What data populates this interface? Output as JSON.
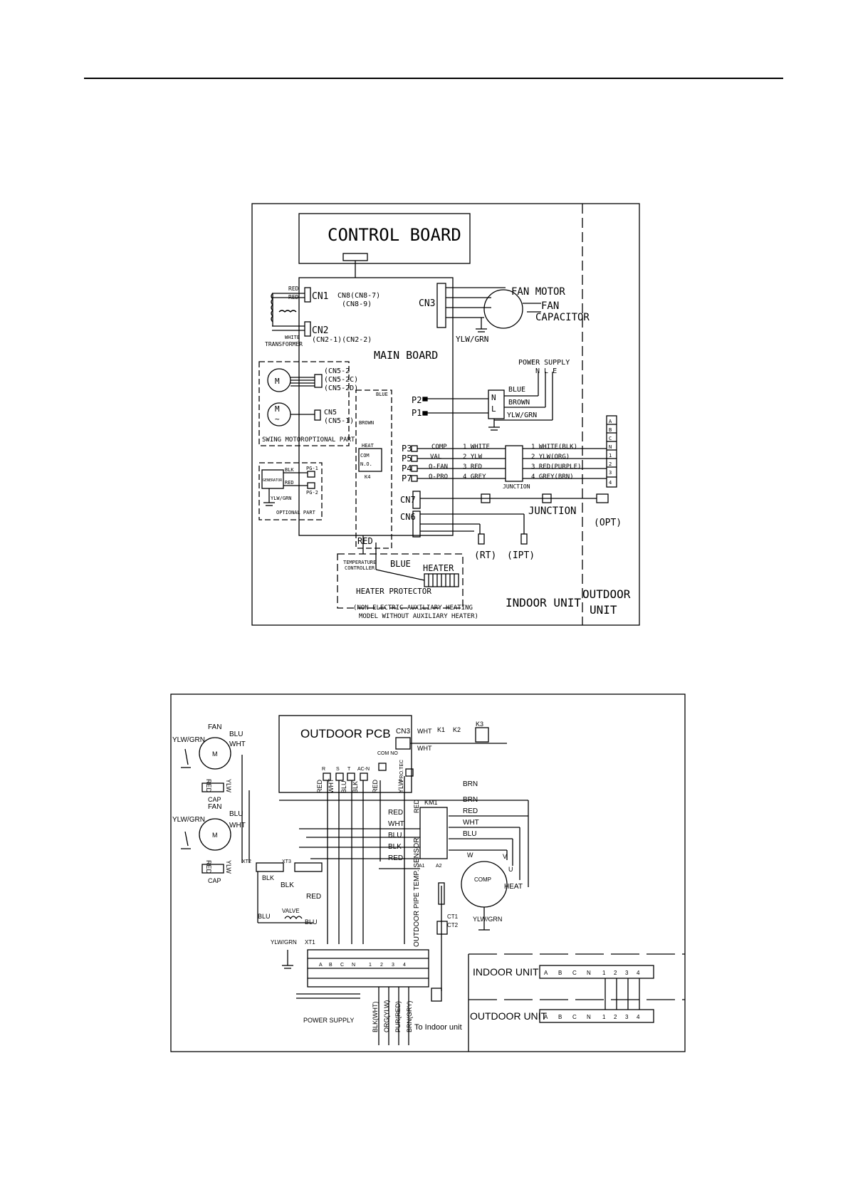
{
  "indoor": {
    "control_board": "CONTROL BOARD",
    "cn8": "CN8(CN8-7)",
    "cn8b": "(CN8-9)",
    "main_board": "MAIN BOARD",
    "cn1": "CN1",
    "cn2": "CN2",
    "cn2_sub": "(CN2-1)(CN2-2)",
    "red": "RED",
    "white": "WHITE",
    "transformer": "TRANSFORMER",
    "cn3": "CN3",
    "fan_motor": "FAN MOTOR",
    "fan": "FAN",
    "capacitor": "CAPACITOR",
    "ylw_grn": "YLW/GRN",
    "cn5_2": "(CN5-2",
    "cn5_2c": "(CN5-2C)",
    "cn5_2d": "(CN5-2D)",
    "cn5": "CN5",
    "cn5_1": "(CN5-1)",
    "m": "M",
    "swing_motor": "SWING MOTOR",
    "optional_part": "OPTIONAL PART",
    "power_supply": "POWER SUPPLY",
    "nle": "N L E",
    "n": "N",
    "l": "L",
    "blue": "BLUE",
    "brown": "BROWN",
    "p1": "P1",
    "p2": "P2",
    "blue_lc": "BLUE",
    "brown_v": "BROWN",
    "heat": "HEAT",
    "com": "COM",
    "no": "N.O.",
    "k4": "K4",
    "p3": "P3",
    "p5": "P5",
    "p4": "P4",
    "p7": "P7",
    "comp": "COMP",
    "val": "VAL",
    "o_fan": "O-FAN",
    "o_pro": "O-PRO",
    "w1": "1 WHITE",
    "w2": "2 YLW",
    "w3": "3 RED",
    "w4": "4 GREY",
    "j1": "1 WHITE(BLK)",
    "j2": "2 YLW(ORG)",
    "j3": "3 RED(PURPLE)",
    "j4": "4 GREY(BRN)",
    "junction": "JUNCTION",
    "terminals": [
      "A",
      "B",
      "C",
      "N",
      "1",
      "2",
      "3",
      "4"
    ],
    "generator": "GENERATOR",
    "blk": "BLK",
    "pg1": "PG-1",
    "pg2": "PG-2",
    "optional_part2": "OPTIONAL PART",
    "cn7": "CN7",
    "cn6": "CN6",
    "junction2": "JUNCTION",
    "opt": "(OPT)",
    "rt": "(RT)",
    "ipt": "(IPT)",
    "red2": "RED",
    "temp_ctrl1": "TEMPERATURE",
    "temp_ctrl2": "CONTROLLER",
    "blue2": "BLUE",
    "heater": "HEATER",
    "heater_protector": "HEATER PROTECTOR",
    "note1": "(NON ELECTRIC AUXILIARY HEATING",
    "note2": "MODEL WITHOUT AUXILIARY HEATER)",
    "indoor_unit": "INDOOR UNIT",
    "outdoor_unit1": "OUTDOOR",
    "outdoor_unit2": "UNIT"
  },
  "outdoor": {
    "outdoor_pcb": "OUTDOOR PCB",
    "cn3": "CN3",
    "wht": "WHT",
    "k1": "K1",
    "k2": "K2",
    "k3": "K3",
    "fan": "FAN",
    "blu": "BLU",
    "m": "M",
    "ylw_grn": "YLW/GRN",
    "red": "RED",
    "ylw": "YLW",
    "cap": "CAP",
    "pcb_terms": [
      "R",
      "S",
      "T",
      "AC-N"
    ],
    "pro": "PRO.TEC",
    "com_no": "COM  NO",
    "wire_labels": [
      "RED",
      "WHT",
      "BLU",
      "BLK",
      "RED",
      "YLW"
    ],
    "km1": "KM1",
    "brn": "BRN",
    "km_wires": [
      "RED",
      "WHT",
      "BLU",
      "BLK",
      "RED"
    ],
    "right_wires": [
      "BRN",
      "RED",
      "WHT",
      "BLU"
    ],
    "a1": "A1",
    "a2": "A2",
    "w": "W",
    "v": "V",
    "u": "U",
    "comp": "COMP",
    "heat": "HEAT",
    "xt2": "XT2",
    "xt3": "XT3",
    "blk": "BLK",
    "valve": "VALVE",
    "sensor": "OUTDOOR PIPE TEMP. SENSOR",
    "ct1": "CT1",
    "ct2": "CT2",
    "xt1": "XT1",
    "xt1_terms": [
      "A",
      "B",
      "C",
      "N",
      "1",
      "2",
      "3",
      "4"
    ],
    "bottom_wires": [
      "BLK(WHT)",
      "ORG(YLW)",
      "PUR(RED)",
      "BRN(GRY)"
    ],
    "power_supply": "POWER SUPPLY",
    "to_indoor": "To Indoor unit",
    "indoor_unit": "INDOOR UNIT",
    "outdoor_unit": "OUTDOOR UNIT",
    "legend_terms": [
      "A",
      "B",
      "C",
      "N",
      "1",
      "2",
      "3",
      "4"
    ]
  }
}
